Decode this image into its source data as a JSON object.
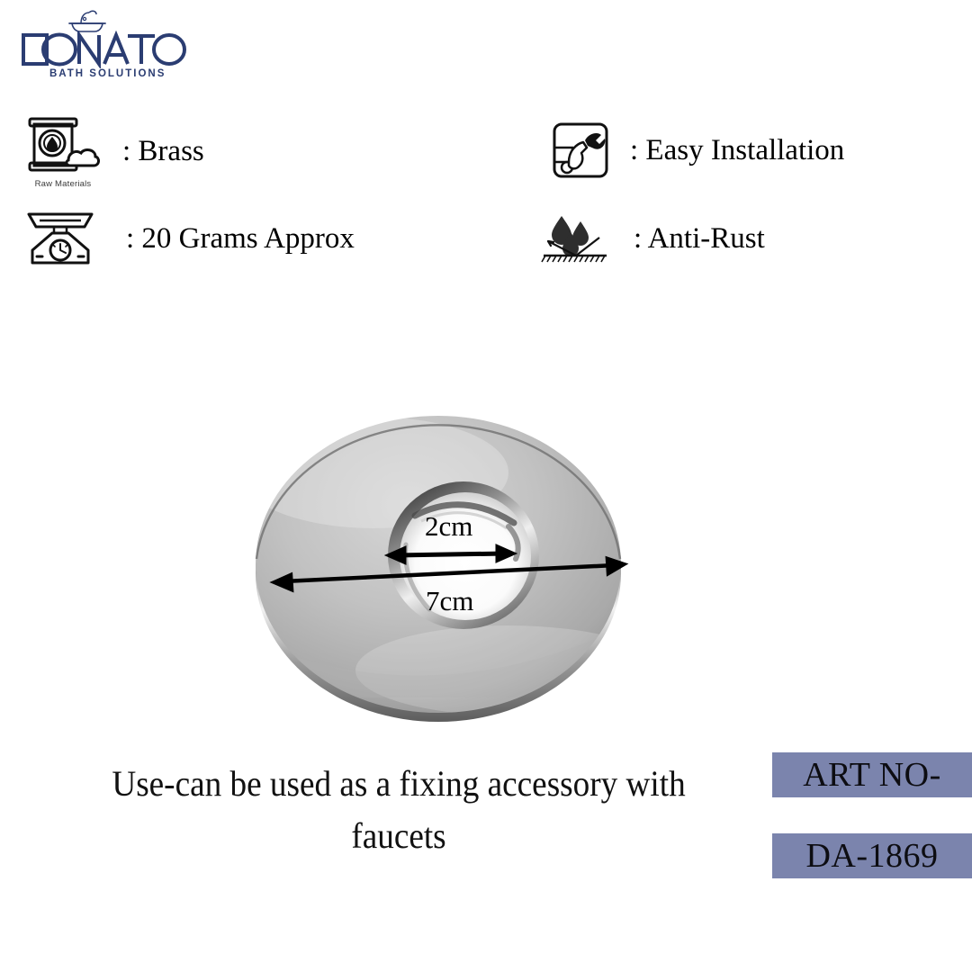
{
  "brand": {
    "name": "DONATO",
    "tagline": "BATH SOLUTIONS",
    "logo_icon": "bathtub-icon",
    "color": "#2b3d72"
  },
  "features": [
    {
      "icon": "raw-materials-barrel-icon",
      "icon_sublabel": "Raw Materials",
      "text": ": Brass"
    },
    {
      "icon": "weighing-scale-icon",
      "icon_sublabel": "",
      "text": ": 20 Grams Approx"
    },
    {
      "icon": "hand-wrench-installation-icon",
      "icon_sublabel": "",
      "text": ": Easy Installation"
    },
    {
      "icon": "water-repellent-droplets-icon",
      "icon_sublabel": "",
      "text": ": Anti-Rust"
    }
  ],
  "product": {
    "image_name": "chrome-flange-washer",
    "dimensions": {
      "hole_diameter": "2cm",
      "outer_diameter": "7cm"
    }
  },
  "caption": "Use-can be used as a fixing accessory with faucets",
  "art_number": {
    "label": "ART NO-",
    "value": "DA-1869",
    "badge_color": "#7b84ad"
  }
}
